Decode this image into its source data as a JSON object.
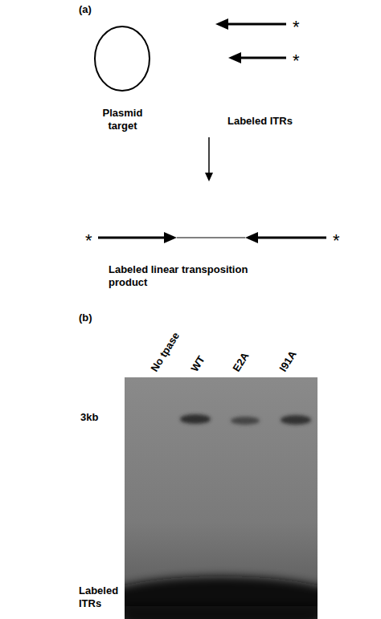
{
  "diagram": {
    "nodes": [
      {
        "text": [
          "Plasmid target"
        ]
      },
      {
        "text": [
          "Labeled linear transposition product"
        ]
      }
    ],
    "edges": [
      {
        "from": 0,
        "to": 1,
        "arrow": "to"
      }
    ],
    "labels": [
      "(a)",
      "*",
      "*",
      "Labeled ITRs",
      "*",
      "*",
      "(b)",
      "No tpase",
      "WT",
      "E2A",
      "I91A",
      "3kb",
      "Labeled ITRs"
    ]
  }
}
